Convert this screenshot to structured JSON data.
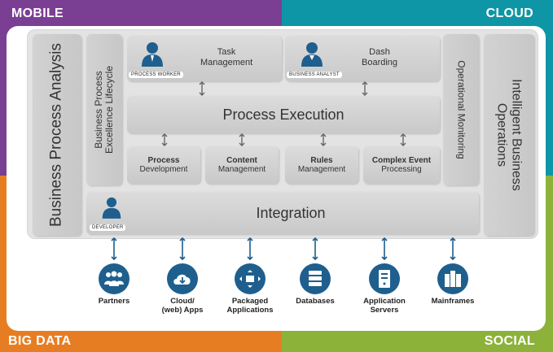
{
  "corners": {
    "top_left": "MOBILE",
    "top_right": "CLOUD",
    "bottom_left": "BIG DATA",
    "bottom_right": "SOCIAL"
  },
  "colors": {
    "mobile": "#7a3f92",
    "cloud": "#0e96a6",
    "big_data": "#e77d22",
    "social": "#8cb23a",
    "icon_blue": "#1e5f8e"
  },
  "left_column": "Business Process Analysis",
  "lifecycle": "Business Process Excellence Lifecycle",
  "lifecycle_line1": "Business Process",
  "lifecycle_line2": "Excellence Lifecycle",
  "task": {
    "line1": "Task",
    "line2": "Management",
    "role": "PROCESS WORKER"
  },
  "dash": {
    "line1": "Dash",
    "line2": "Boarding",
    "role": "BUSINESS ANALYST"
  },
  "operational_monitoring": "Operational Monitoring",
  "right_column": {
    "line1": "Intelligent Business",
    "line2": "Operations"
  },
  "process_execution": "Process Execution",
  "modules": [
    {
      "title": "Process",
      "sub": "Development"
    },
    {
      "title": "Content",
      "sub": "Management"
    },
    {
      "title": "Rules",
      "sub": "Management"
    },
    {
      "title": "Complex Event",
      "sub": "Processing"
    }
  ],
  "integration": {
    "label": "Integration",
    "role": "DEVELOPER"
  },
  "bottom_items": [
    {
      "icon": "people-group-icon",
      "line1": "Partners",
      "line2": ""
    },
    {
      "icon": "cloud-download-icon",
      "line1": "Cloud/",
      "line2": "(web) Apps"
    },
    {
      "icon": "package-arrows-icon",
      "line1": "Packaged",
      "line2": "Applications"
    },
    {
      "icon": "database-icon",
      "line1": "Databases",
      "line2": ""
    },
    {
      "icon": "server-icon",
      "line1": "Application",
      "line2": "Servers"
    },
    {
      "icon": "mainframe-icon",
      "line1": "Mainframes",
      "line2": ""
    }
  ]
}
